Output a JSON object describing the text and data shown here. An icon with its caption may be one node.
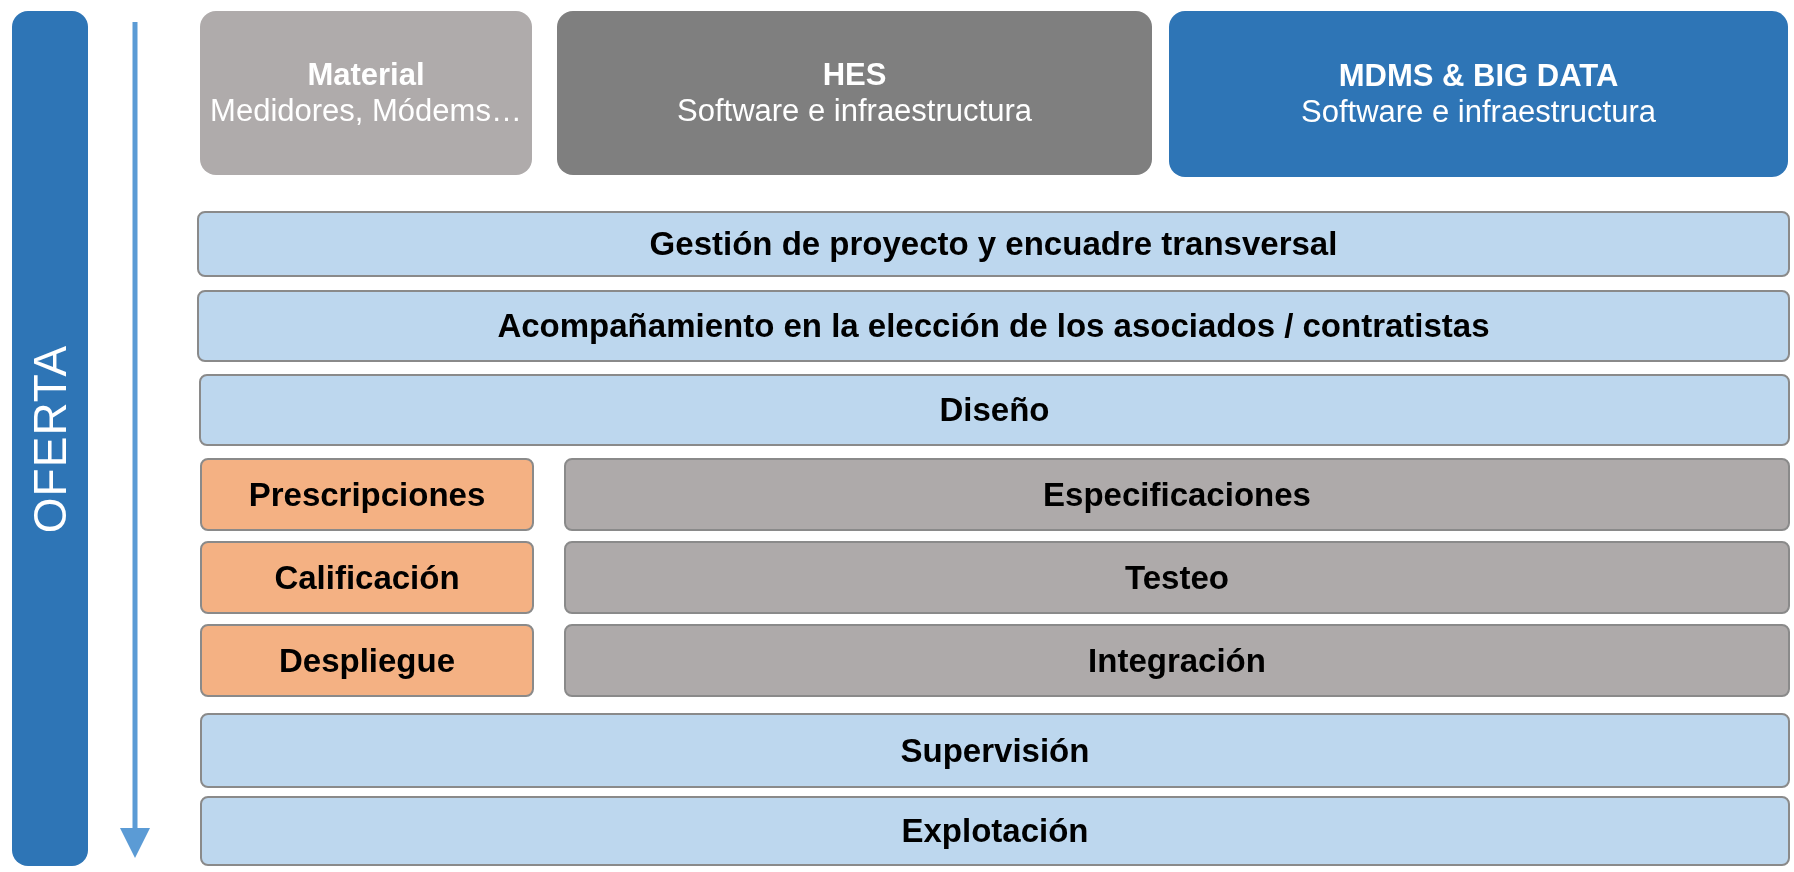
{
  "diagram": {
    "nodes": [
      {
        "text": [
          "OFERTA"
        ]
      },
      {
        "text": [
          "Material",
          "Medidores, Módems…"
        ]
      },
      {
        "text": [
          "HES",
          "Software e infraestructura"
        ]
      },
      {
        "text": [
          "MDMS & BIG DATA",
          "Software e infraestructura"
        ]
      },
      {
        "text": [
          "Gestión de proyecto y encuadre transversal"
        ]
      },
      {
        "text": [
          "Acompañamiento en la elección de los asociados / contratistas"
        ]
      },
      {
        "text": [
          "Diseño"
        ]
      },
      {
        "text": [
          "Prescripciones"
        ]
      },
      {
        "text": [
          "Especificaciones"
        ]
      },
      {
        "text": [
          "Calificación"
        ]
      },
      {
        "text": [
          "Testeo"
        ]
      },
      {
        "text": [
          "Despliegue"
        ]
      },
      {
        "text": [
          "Integración"
        ]
      },
      {
        "text": [
          "Supervisión"
        ]
      },
      {
        "text": [
          "Explotación"
        ]
      }
    ]
  }
}
